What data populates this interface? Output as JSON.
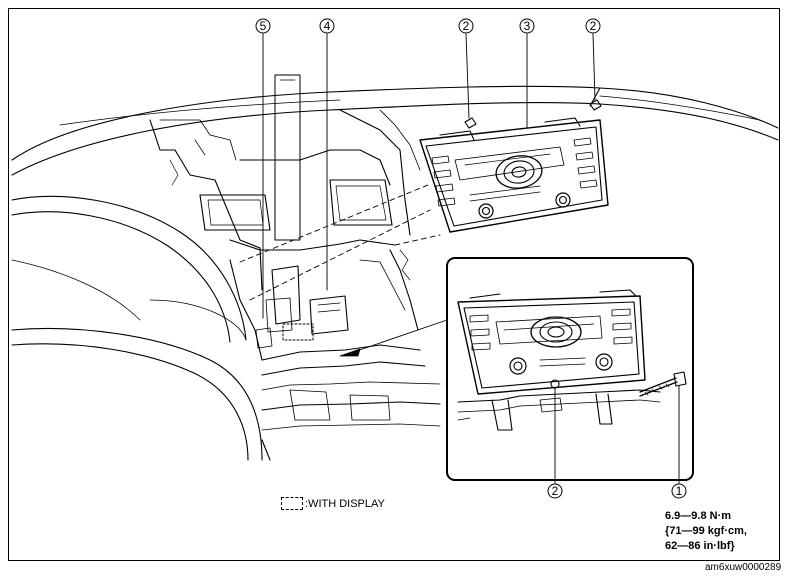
{
  "callouts": {
    "c1": "1",
    "c2a": "2",
    "c2b": "2",
    "c2c": "2",
    "c3": "3",
    "c4": "4",
    "c5": "5"
  },
  "legend": {
    "label": ":WITH DISPLAY"
  },
  "torque": {
    "line1": "6.9—9.8 N·m",
    "line2": "{71—99 kgf·cm,",
    "line3": "62—86 in·lbf}"
  },
  "reference_id": "am6xuw0000289"
}
